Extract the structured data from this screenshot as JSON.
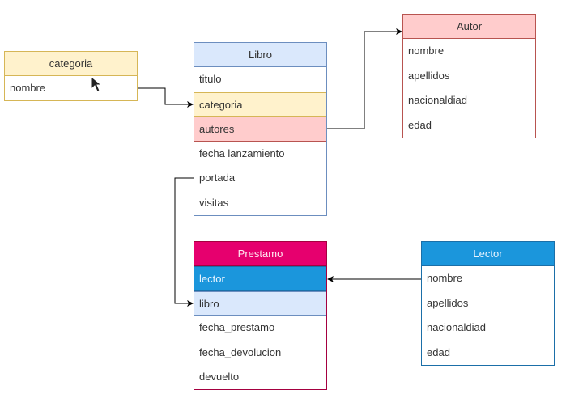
{
  "diagram": {
    "entities": {
      "categoria": {
        "title": "categoria",
        "fields": [
          "nombre"
        ]
      },
      "libro": {
        "title": "Libro",
        "fields": [
          "titulo",
          "categoria",
          "autores",
          "fecha lanzamiento",
          "portada",
          "visitas"
        ]
      },
      "autor": {
        "title": "Autor",
        "fields": [
          "nombre",
          "apellidos",
          "nacionaldiad",
          "edad"
        ]
      },
      "prestamo": {
        "title": "Prestamo",
        "fields": [
          "lector",
          "libro",
          "fecha_prestamo",
          "fecha_devolucion",
          "devuelto"
        ]
      },
      "lector": {
        "title": "Lector",
        "fields": [
          "nombre",
          "apellidos",
          "nacionaldiad",
          "edad"
        ]
      }
    },
    "relations": [
      {
        "from": "categoria.nombre",
        "to": "Libro.categoria"
      },
      {
        "from": "Libro.autores",
        "to": "Autor"
      },
      {
        "from": "Libro.portada",
        "to": "Prestamo.libro"
      },
      {
        "from": "Lector.nombre",
        "to": "Prestamo.lector"
      }
    ],
    "colors": {
      "yellow_fill": "#fff2cc",
      "yellow_stroke": "#d6b656",
      "blue_fill": "#dae8fc",
      "blue_stroke": "#6c8ebf",
      "red_fill": "#ffcccc",
      "red_stroke": "#b85450",
      "magenta_fill": "#e6006e",
      "cyan_fill": "#1b96dc"
    }
  }
}
